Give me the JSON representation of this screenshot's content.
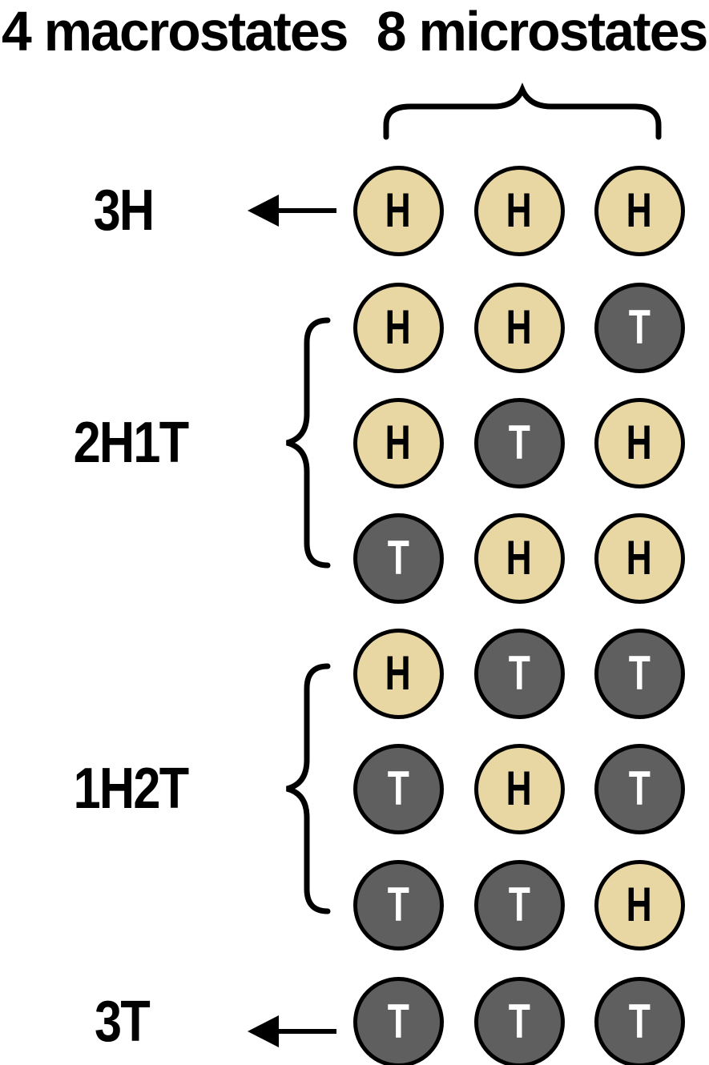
{
  "title": {
    "macrostates": "4 macrostates",
    "microstates": "8 microstates"
  },
  "groups": [
    {
      "label": "3H",
      "connector": "arrow",
      "rows": [
        [
          "H",
          "H",
          "H"
        ]
      ]
    },
    {
      "label": "2H1T",
      "connector": "brace",
      "rows": [
        [
          "H",
          "H",
          "T"
        ],
        [
          "H",
          "T",
          "H"
        ],
        [
          "T",
          "H",
          "H"
        ]
      ]
    },
    {
      "label": "1H2T",
      "connector": "brace",
      "rows": [
        [
          "H",
          "T",
          "T"
        ],
        [
          "T",
          "H",
          "T"
        ],
        [
          "T",
          "T",
          "H"
        ]
      ]
    },
    {
      "label": "3T",
      "connector": "arrow",
      "rows": [
        [
          "T",
          "T",
          "T"
        ]
      ]
    }
  ],
  "coin_legend": {
    "heads_letter": "H",
    "tails_letter": "T"
  },
  "colors": {
    "heads_fill": "#e8d7a2",
    "heads_text": "#000000",
    "tails_fill": "#5f5f5f",
    "tails_text": "#ffffff",
    "outline": "#000000"
  }
}
